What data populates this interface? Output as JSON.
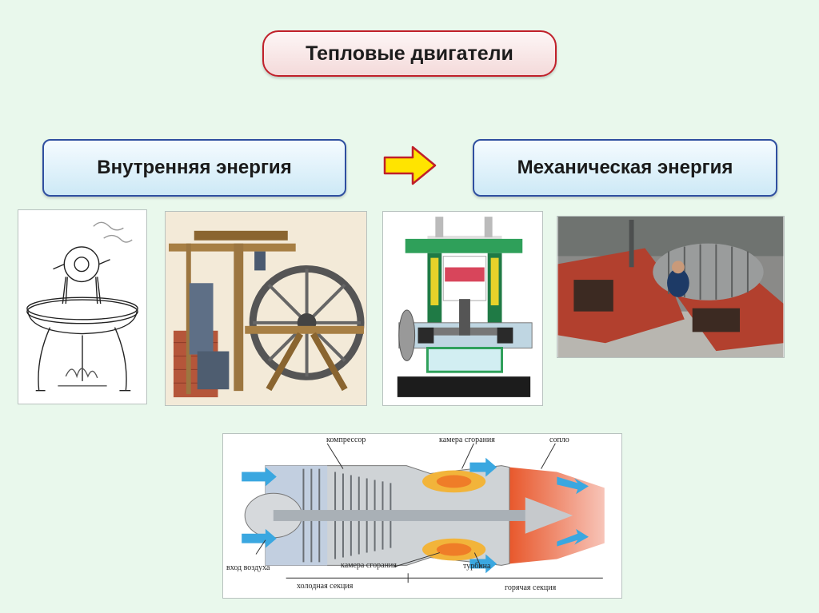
{
  "title": "Тепловые двигатели",
  "energy_input": "Внутренняя энергия",
  "energy_output": "Механическая энергия",
  "jet_engine_diagram": {
    "labels": {
      "compressor": "компрессор",
      "combustion_chamber_top": "камера сгорания",
      "nozzle": "сопло",
      "air_intake": "вход воздуха",
      "combustion_chamber_bottom": "камера сгорания",
      "turbine": "турбина",
      "cold_section": "холодная секция",
      "hot_section": "горячая секция"
    }
  },
  "colors": {
    "background": "#e9f8ec",
    "title_border": "#c0202a",
    "box_border": "#2f4fa0",
    "arrow_fill": "#ffe400",
    "arrow_stroke": "#c0202a"
  }
}
